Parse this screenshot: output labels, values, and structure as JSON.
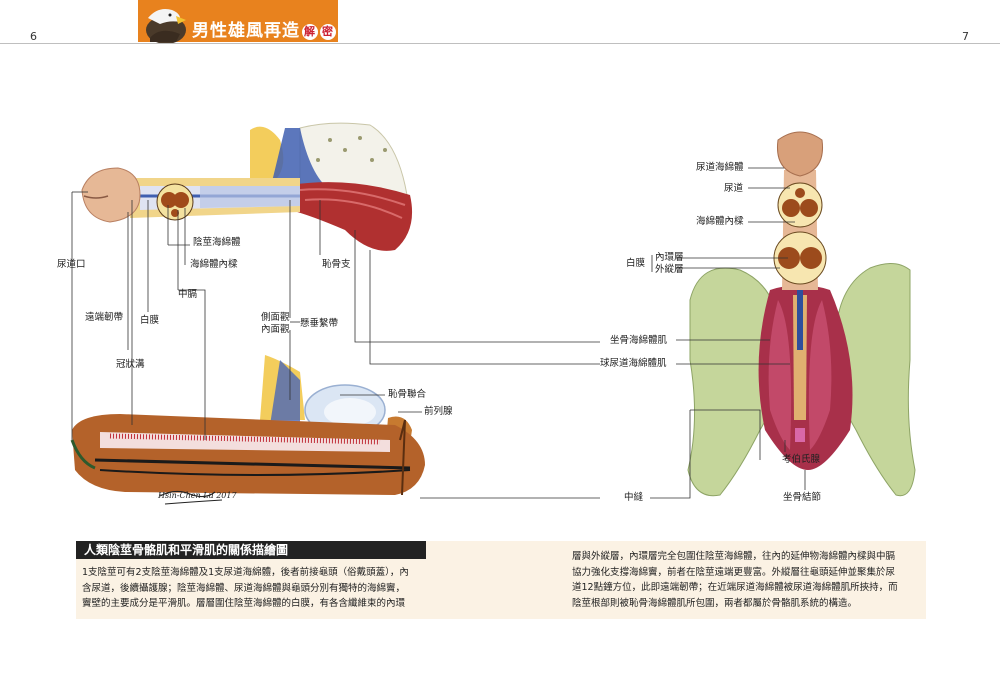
{
  "header": {
    "page_left": "6",
    "page_right": "7",
    "title": "男性雄風再造",
    "title_seal_1": "解",
    "title_seal_2": "密"
  },
  "labels": {
    "corpus_cavernosum": "陰莖海綿體",
    "septum": "海綿體內樑",
    "pubic_bone": "恥骨支",
    "urethral_opening": "尿道口",
    "rectum": "中膈",
    "distal_ligament": "遠端韌帶",
    "tunica": "白膜",
    "lateral_view": "側面觀",
    "medial_view": "內面觀",
    "suspensory_ligament": "懸垂繫帶",
    "coronal_sulcus": "冠狀溝",
    "pubic_symphysis": "恥骨聯合",
    "prostate": "前列腺",
    "median_raphe": "中縫",
    "r_spongiosum": "尿道海綿體",
    "r_urethra": "尿道",
    "r_septum": "海綿體內樑",
    "r_tunica": "白膜",
    "r_inner_layer": "內環層",
    "r_outer_layer": "外縱層",
    "ischiocavernosus": "坐骨海綿體肌",
    "bulbospongiosus": "球尿道海綿體肌",
    "cowper": "考伯氏腺",
    "ischial_tuberosity": "坐骨結節"
  },
  "signature": "Hsin-Chen Lu 2017",
  "caption": {
    "title": "人類陰莖骨骼肌和平滑肌的關係描繪圖",
    "left_lines": [
      "1支陰莖可有2支陰莖海綿體及1支尿道海綿體，後者前接龜頭（俗戴頭蓋），內",
      "含尿道，後續攝護腺；陰莖海綿體、尿道海綿體與龜頭分別有獨特的海綿竇，",
      "竇壁的主要成分是平滑肌。層層圍住陰莖海綿體的白膜，有各含纖維束的內環"
    ],
    "right_lines": [
      "層與外縱層，內環層完全包圍住陰莖海綿體，往內的延伸物海綿體內樑與中膈",
      "協力強化支撐海綿竇，前者在陰莖遠端更豐富。外縱層往龜頭延伸並聚集於尿",
      "道12點鐘方位，此即遠端韌帶；在近端尿道海綿體被尿道海綿體肌所挾持，而",
      "陰莖根部則被恥骨海綿體肌所包圍，兩者都屬於骨骼肌系統的構造。"
    ]
  }
}
